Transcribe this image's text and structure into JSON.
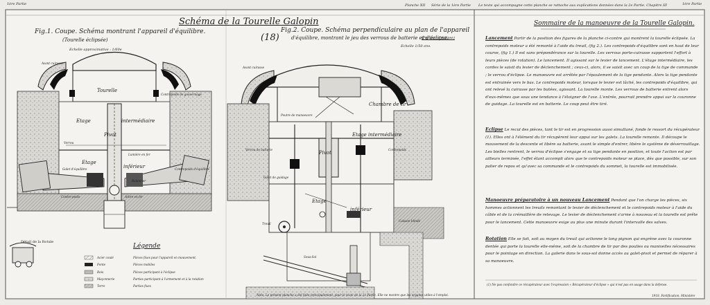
{
  "header": {
    "part_left": "1ère Partie",
    "plate_number": "Planche XII",
    "series": "Série de la 1ère Partie",
    "part_right": "1ère Partie",
    "note_top": "Le texte qui accompagne cette planche se rattache aux explications données dans la 2e Partie. Chapitre III"
  },
  "main_title": "Schéma de la Tourelle Galopin",
  "plate_code": "(18)",
  "fig1": {
    "title": "Fig.1. Coupe. Schéma montrant l'appareil d'équilibre.",
    "subtitle": "(Tourelle éclipsée)",
    "scale": "Echelle approximative : 1/60e",
    "labels": [
      "Avant cuirasse",
      "Tourelle",
      "Contrepoids de gouvernage",
      "Etage",
      "intermédiaire",
      "Pivot",
      "Etage",
      "inférieur",
      "Balancier",
      "Galet d'équilibre",
      "Contrepoids d'équilibre",
      "Arbre en fer",
      "Contre-poids",
      "Lumière en fer",
      "Verrou"
    ]
  },
  "fig2": {
    "title": "Fig.2. Coupe. Schéma perpendiculaire au plan de l'appareil",
    "subtitle": "d'équilibre, montrant le jeu des verrous de batterie et d'éclipse.",
    "note": "(Position d'éclipse)",
    "scale": "Echelle 1/50 env.",
    "labels": [
      "Avant cuirasse",
      "Chambre de tir",
      "Etage intermédiaire",
      "Pivot",
      "Etage",
      "inférieur",
      "Sous-Sol",
      "Poutre de manoeuvre",
      "Treuil",
      "Galet de guidage",
      "Contrepoids",
      "Verrou de batterie",
      "Caisson blindé"
    ],
    "bottom_note": "Note. Le présent planche a été faite principalement, pour le texte de la 2e Partie. Elle ne montre que les organes utiles à l'emploi."
  },
  "detail": {
    "title": "Détail de la Rotule"
  },
  "legend": {
    "title": "Légende",
    "items": [
      {
        "label": "Acier coulé",
        "text": "Pièces fixes pour l'appareil en mouvement."
      },
      {
        "label": "Fonte",
        "text": "Pièces mobiles"
      },
      {
        "label": "Bois",
        "text": "Pièces participant à l'éclipse"
      },
      {
        "label": "Maçonnerie",
        "text": "Parties participant à l'armement et à la rotation"
      },
      {
        "label": "Terre",
        "text": "Parties fixes"
      }
    ]
  },
  "summary": {
    "title": "Sommaire de la manoeuvre de la Tourelle Galopin.",
    "sections": [
      {
        "heading": "Lancement",
        "text": "Partir de la position des figures de la planche ci-contre qui montrent la tourelle éclipsée. La contrepoids moteur a été remonté à l'aide du treuil, (fig 2.). Les contrepoids d'équilibre sont en haut de leur course, (fig 1.) Il est sans prépondérance sur la tourelle. Les verrous porte-cuirasse supportent l'effort à leurs pièces (de rotation). Le lancement. Il agissant sur le levier de lancement. L'étage intermédiaire, les cordes le saisit du levier de déclenchement ; ceux-ci, alors, il se saisit avec un coup de la tige de commande ; le verrou d'éclipse. Le manoeuvre est arrêtée par l'épaulement de la tige pendante. Alors la tige pendante est entrainée vers le bas. Le contrepoids moteur, lorsque le levier est lâché, les contrepoids d'équilibre, qui ont relevé la cuirasse par les butées, agissant. La tourelle monte. Les verrous de batterie entrent alors d'eux-mêmes que sous une tendance à l'éloigner de l'axe. L'entrée, pourrait prendre appui sur la couronne de guidage. La tourelle est en batterie. Le coup peut être tiré."
      },
      {
        "heading": "Eclipse",
        "text": "Le recul des pièces, tant le tir est en progression aussi simultané, fonde le ressort du récupérateur (1). Elles ont à l'élément du tir récupèrent leur appui sur les galets. La tourelle remonte. Il découpe le mouvement de la descente et libère sa batterie, avant le simple d'entrer, libère le système de déverrouillage. Les bielles rentrent, le verrou d'éclipse s'engage et sa tige pendante en position, et toute l'action est par ailleurs terminée, l'effet étant accompli alors que le contrepoids moteur se place, dès que possible, sur son palier de repos et qu'avec sa commande et le contrepoids du sommet, la tourelle est immobilisée."
      },
      {
        "heading": "Manoeuvre préparatoire à un nouveau Lancement",
        "text": "Pendant que l'on charge les pièces, six hommes actionnent les treuils remontant le levier de déclenchement et le contrepoids moteur à l'aide du câble et de la crémaillère de relevage. Le levier de déclenchement s'arme à nouveau et la tourelle est prête pour le lancement. Cette manoeuvre exige au plus une minute durant l'intervalle des salves."
      },
      {
        "heading": "Rotation",
        "text": "Elle se fait, soit au moyen du treuil qui actionne le long pignon qui engrène avec la couronne dentée qui porte la tourelle elle-même, soit de la chambre de tir par des poulies ou manivelles nécessaires pour le pointage en direction. La galerie dans le sous-sol donne accès au galet-pivot et permet de réparer à sa manoeuvre."
      }
    ],
    "footnote": "(1) Ne pas confondre ce récupérateur avec l'expression « Récupérateur d'éclipse » qui n'est pas en usage dans la défense.",
    "signature": "1918. Fortification. Ministère"
  }
}
